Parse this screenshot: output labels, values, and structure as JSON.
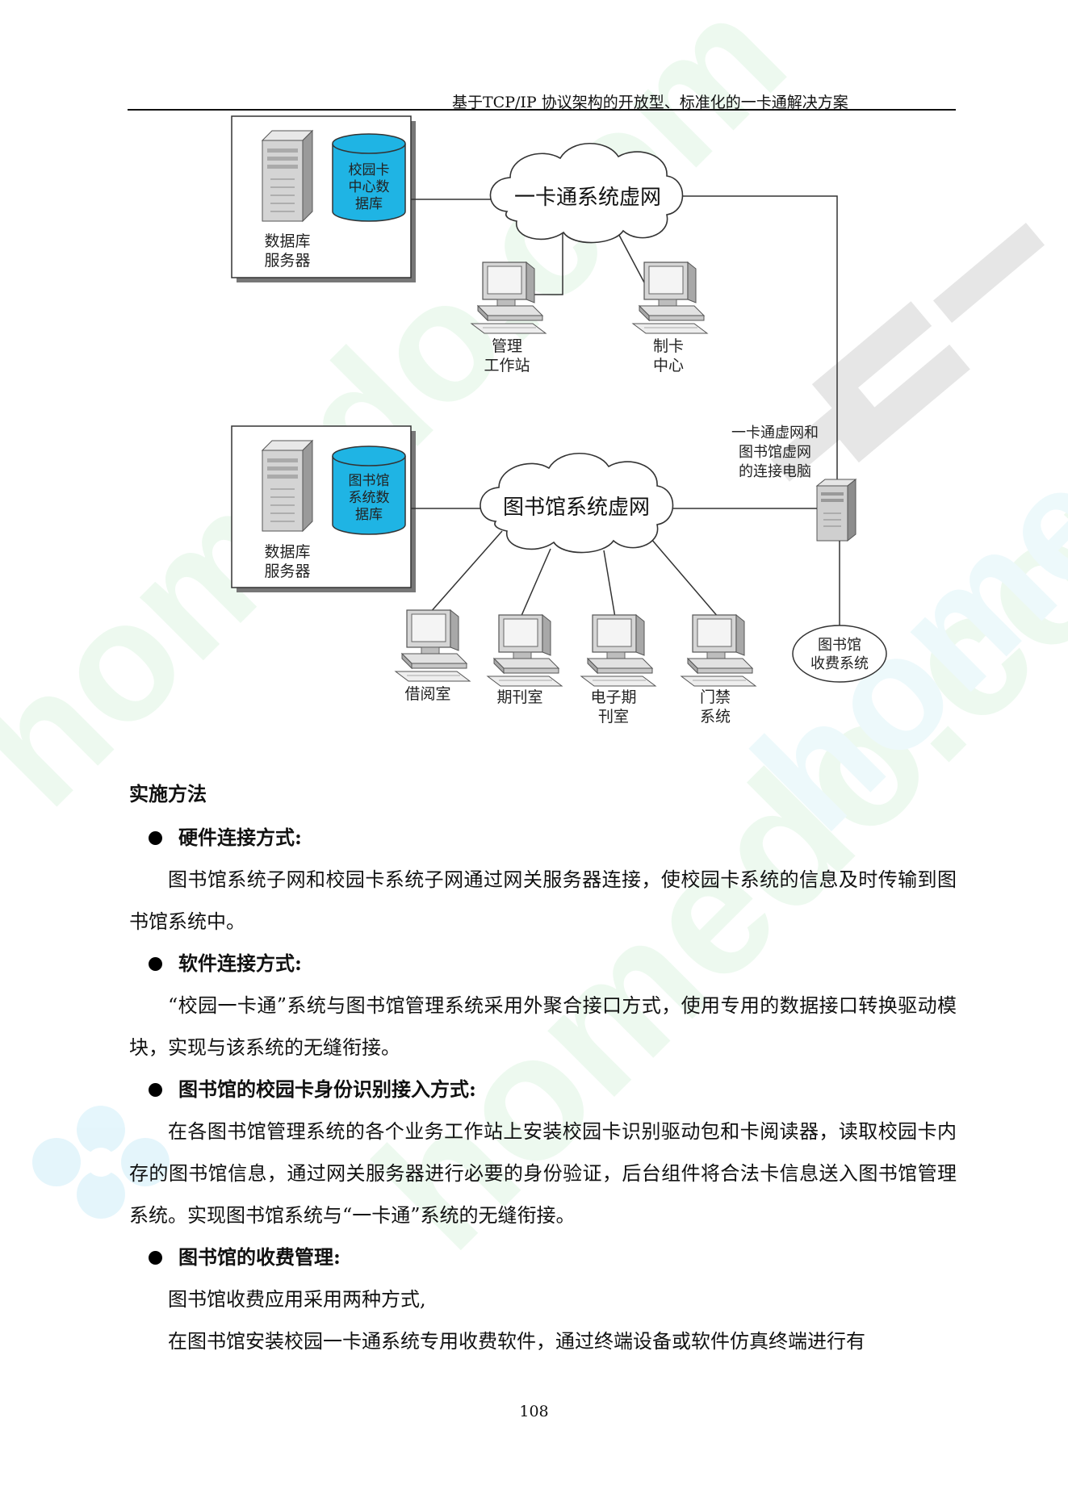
{
  "header": {
    "running_title": "基于TCP/IP 协议架构的开放型、标准化的一卡通解决方案"
  },
  "watermark": {
    "text": "homedo.com"
  },
  "diagram": {
    "campus_db_label": [
      "校园卡",
      "中心数",
      "据库"
    ],
    "db_server_label_1": [
      "数据库",
      "服务器"
    ],
    "campus_network": "一卡通系统虚网",
    "mgmt_station": [
      "管理",
      "工作站"
    ],
    "card_center": [
      "制卡",
      "中心"
    ],
    "gateway_label": [
      "一卡通虚网和",
      "图书馆虚网",
      "的连接电脑"
    ],
    "library_db_label": [
      "图书馆",
      "系统数",
      "据库"
    ],
    "db_server_label_2": [
      "数据库",
      "服务器"
    ],
    "library_network": "图书馆系统虚网",
    "terminals": [
      {
        "label": [
          "借阅室"
        ]
      },
      {
        "label": [
          "期刊室"
        ]
      },
      {
        "label": [
          "电子期",
          "刊室"
        ]
      },
      {
        "label": [
          "门禁",
          "系统"
        ]
      }
    ],
    "fee_system": [
      "图书馆",
      "收费系统"
    ]
  },
  "content": {
    "section_title": "实施方法",
    "hardware_heading": "硬件连接方式:",
    "hardware_text": "图书馆系统子网和校园卡系统子网通过网关服务器连接，使校园卡系统的信息及时传输到图书馆系统中。",
    "software_heading": "软件连接方式:",
    "software_text": "“校园一卡通”系统与图书馆管理系统采用外聚合接口方式，使用专用的数据接口转换驱动模块，实现与该系统的无缝衔接。",
    "identity_heading": "图书馆的校园卡身份识别接入方式:",
    "identity_text": "在各图书馆管理系统的各个业务工作站上安装校园卡识别驱动包和卡阅读器，读取校园卡内存的图书馆信息，通过网关服务器进行必要的身份验证，后台组件将合法卡信息送入图书馆管理系统。实现图书馆系统与“一卡通”系统的无缝衔接。",
    "fee_heading": "图书馆的收费管理:",
    "fee_text_1": "图书馆收费应用采用两种方式,",
    "fee_text_2": "在图书馆安装校园一卡通系统专用收费软件，通过终端设备或软件仿真终端进行有"
  },
  "footer": {
    "page_number": "108"
  }
}
